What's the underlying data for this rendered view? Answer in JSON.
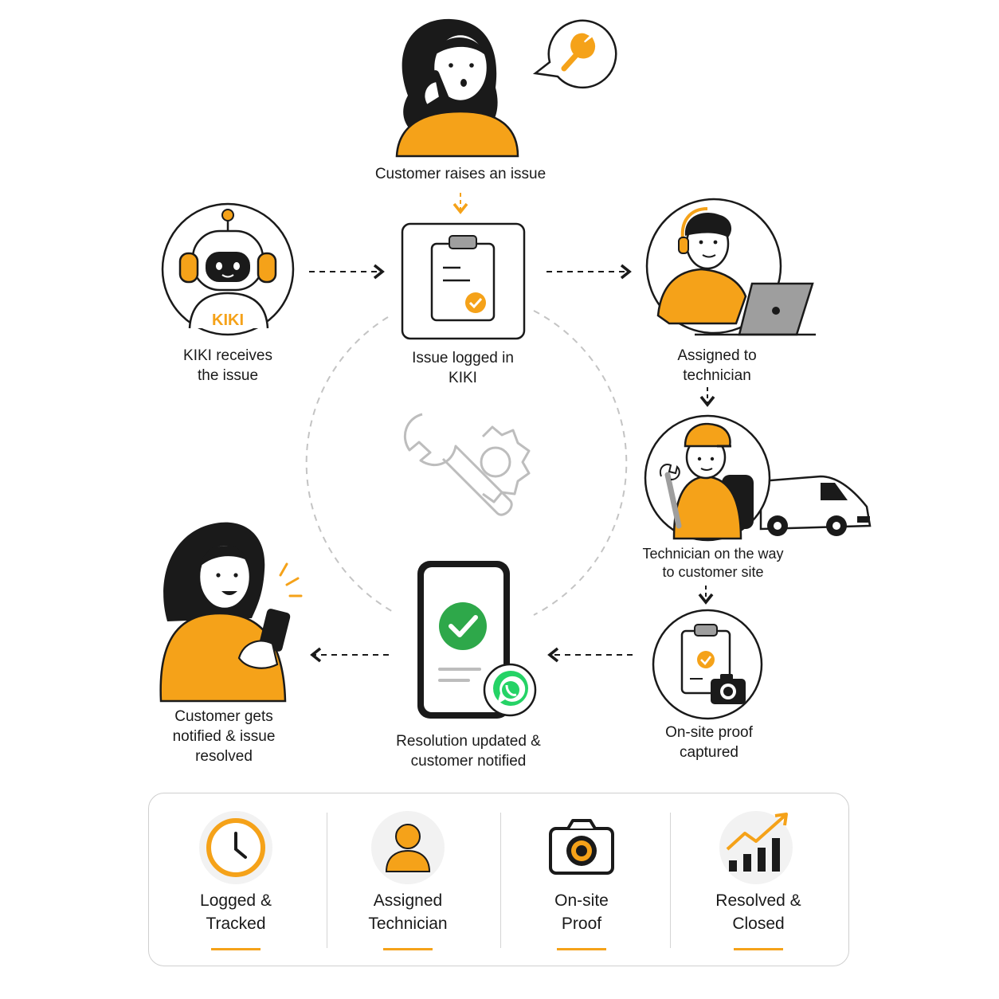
{
  "steps": {
    "customer_raises": "Customer raises an issue",
    "kiki_receives": "KIKI receives\nthe issue",
    "issue_logged": "Issue logged in\nKIKI",
    "assigned": "Assigned to\ntechnician",
    "on_the_way": "Technician on the way\nto customer site",
    "proof_captured": "On-site proof\ncaptured",
    "resolution_updated": "Resolution updated &\ncustomer notified",
    "customer_notified": "Customer gets\nnotified & issue\nresolved"
  },
  "robot_badge": "KIKI",
  "summary": [
    {
      "label": "Logged &\nTracked",
      "icon": "clock-icon"
    },
    {
      "label": "Assigned\nTechnician",
      "icon": "person-icon"
    },
    {
      "label": "On-site\nProof",
      "icon": "camera-icon"
    },
    {
      "label": "Resolved &\nClosed",
      "icon": "trend-chart-icon"
    }
  ],
  "colors": {
    "accent": "#f5a219",
    "ink": "#1a1a1a",
    "success": "#2ea84a",
    "whatsapp": "#25d366",
    "muted": "#bdbdbd"
  }
}
